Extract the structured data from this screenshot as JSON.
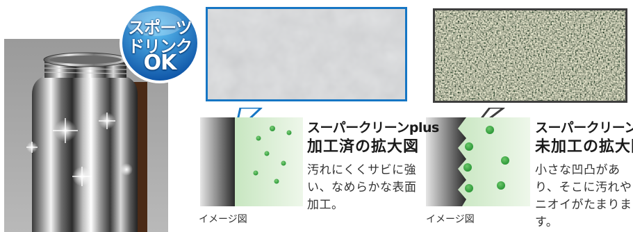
{
  "badge": {
    "line1": "スポーツ",
    "line2": "ドリンク",
    "line3": "OK",
    "color_top": "#5fc3f5",
    "color_bottom": "#0a4fa3"
  },
  "plus_panel": {
    "title_line1": "スーパークリーンplus",
    "title_line2": "加工済の拡大図",
    "description": "汚れにくくサビに強い、なめらかな表面加工。",
    "caption": "イメージ図",
    "frame_color": "#1676c4",
    "dot_color": "#2f9a3a"
  },
  "raw_panel": {
    "title_line1": "スーパークリーン",
    "title_line2": "未加工の拡大図",
    "description": "小さな凹凸があり、そこに汚れやニオイがたまります。",
    "caption": "イメージ図",
    "frame_color": "#3d3d3d",
    "dot_color": "#2f9a3a"
  },
  "icons": {
    "bottle": "stainless-bottle-photo",
    "badge": "sports-drink-ok-badge"
  }
}
